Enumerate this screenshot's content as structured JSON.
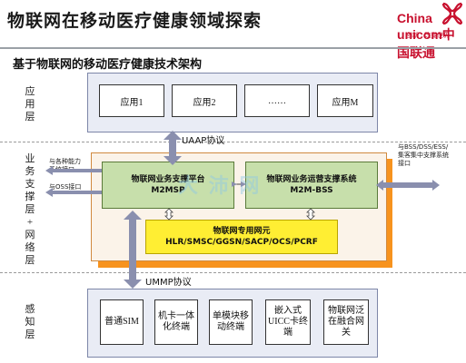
{
  "header": {
    "title": "物联网在移动医疗健康领域探索",
    "logo_text": "China unicom中国联通",
    "logo_slogan": "创新 · 改变世界"
  },
  "diagram": {
    "subtitle": "基于物联网的移动医疗健康技术架构",
    "layers": {
      "app": "应\n用\n层",
      "middle": "业\n务\n支\n撑\n层\n+\n网\n络\n层",
      "sense": "感\n知\n层"
    },
    "apps": [
      "应用1",
      "应用2",
      "……",
      "应用M"
    ],
    "uaap": "UAAP协议",
    "ummp": "UMMP协议",
    "m2msp": {
      "line1": "物联网业务支撑平台",
      "line2": "M2MSP"
    },
    "m2mbss": {
      "line1": "物联网业务运营支撑系统",
      "line2": "M2M-BSS"
    },
    "network": {
      "line1": "物联网专用网元",
      "line2": "HLR/SMSC/GGSN/SACP/OCS/PCRF"
    },
    "left_notes": [
      "与各种能力",
      "系统接口",
      "与OSS接口"
    ],
    "right_note": "与BSS/DSS/ESS/集客集中支撑系统接口",
    "devices": [
      "普通SIM",
      "机卡一体化终端",
      "单模块移动终端",
      "嵌入式UICC卡终端",
      "物联网泛在融合网关"
    ],
    "watermark": "大 沛 网"
  },
  "colors": {
    "green": "#c7dfab",
    "yellow": "#ffee33",
    "orange": "#f7931e",
    "arrow": "#8a8fae",
    "logo_red": "#c8102e"
  }
}
